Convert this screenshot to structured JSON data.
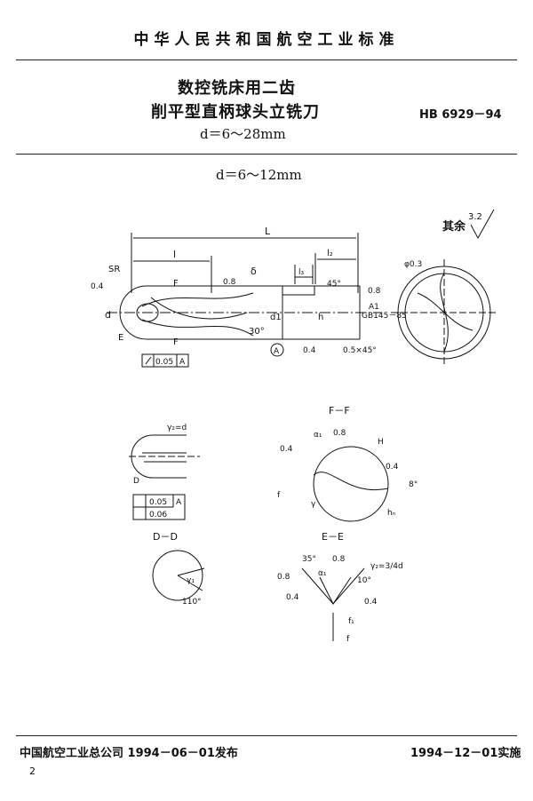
{
  "header": {
    "org_standard": "中华人民共和国航空工业标准"
  },
  "title": {
    "line1": "数控铣床用二齿",
    "line2": "削平型直柄球头立铣刀",
    "range": "d＝6～28mm",
    "code": "HB 6929－94"
  },
  "figure": {
    "subrange": "d＝6～12mm",
    "qiyu": "其余",
    "qiyu_roughness": "3.2",
    "labels": {
      "L": "L",
      "l": "l",
      "l2": "l₂",
      "l3": "l₃",
      "SR": "SR",
      "F": "F",
      "E": "E",
      "d": "d",
      "d1": "d1",
      "h": "h",
      "delta": "δ",
      "angle30": "30°",
      "angle45": "45°",
      "r08_a": "0.8",
      "r08_b": "0.8",
      "r04_a": "0.4",
      "r04_b": "0.4",
      "A_datum": "A",
      "A1": "A1",
      "gb": "GB145－85",
      "chamfer": "0.5×45°",
      "runout": "0.05",
      "runout_datum": "A",
      "phi": "φ0.3"
    },
    "detail": {
      "gamma": "γ₂=d",
      "d_label": "D",
      "tol1": "0.05",
      "tol1_datum": "A",
      "tol2": "0.06"
    },
    "ff": {
      "title": "F－F",
      "r04": "0.4",
      "r08": "0.8",
      "alpha1": "α₁",
      "H": "H",
      "r04b": "0.4",
      "deg8": "8°",
      "gamma": "γ",
      "f": "f",
      "hn": "hₙ"
    },
    "dd": {
      "title": "D－D",
      "gamma1": "γ₁",
      "deg110": "110°"
    },
    "ee": {
      "title": "E－E",
      "deg35": "35°",
      "r08a": "0.8",
      "r08b": "0.8",
      "gamma": "γ₂=3/4d",
      "r04a": "0.4",
      "r04b": "0.4",
      "alpha": "α₁",
      "deg10": "10°",
      "f1": "f₁",
      "f": "f"
    }
  },
  "footer": {
    "publisher": "中国航空工业总公司 1994－06－01发布",
    "effective": "1994－12－01实施",
    "page": "2"
  }
}
